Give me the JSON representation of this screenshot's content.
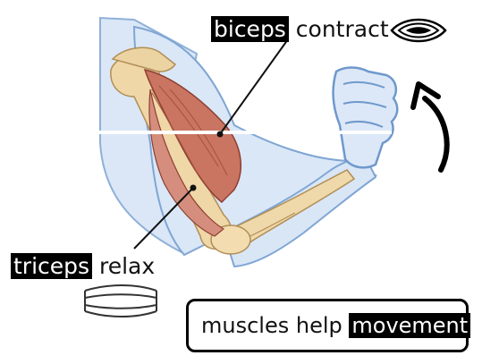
{
  "labels": {
    "biceps": "biceps",
    "contract": "contract",
    "triceps": "triceps",
    "relax": "relax"
  },
  "caption": {
    "prefix": "muscles help",
    "highlight": "movement"
  },
  "icons": [
    "contracted-muscle-icon",
    "relaxed-muscle-icon",
    "curved-movement-arrow-icon"
  ],
  "colors": {
    "skin": "#d9e6f6",
    "skin_outline": "#7fa6d4",
    "muscle": "#cd7f6e",
    "bone": "#efd7a7"
  }
}
